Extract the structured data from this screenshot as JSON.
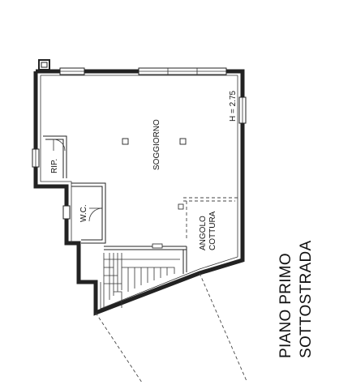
{
  "title": {
    "line1": "PIANO PRIMO",
    "line2": "SOTTOSTRADA"
  },
  "rooms": {
    "living": "SOGGIORNO",
    "ceiling_height": "H = 2.75",
    "storage": "RIP.",
    "bathroom": "W.C.",
    "kitchen_line1": "ANGOLO",
    "kitchen_line2": "COTTURA"
  }
}
